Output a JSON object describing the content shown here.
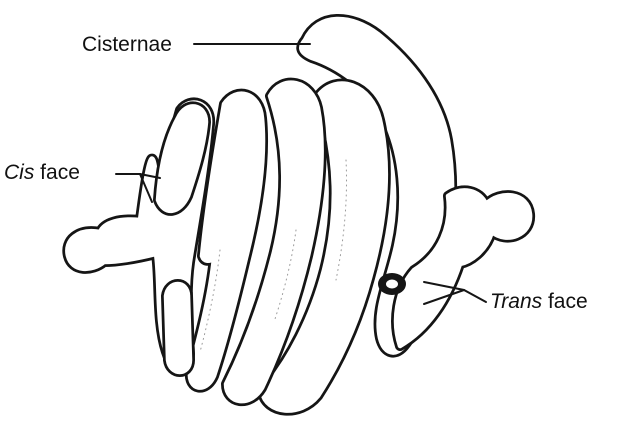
{
  "labels": {
    "top": {
      "text": "Cisternae"
    },
    "left": {
      "italic": "Cis",
      "rest": " face"
    },
    "right": {
      "italic": "Trans",
      "rest": " face"
    }
  }
}
